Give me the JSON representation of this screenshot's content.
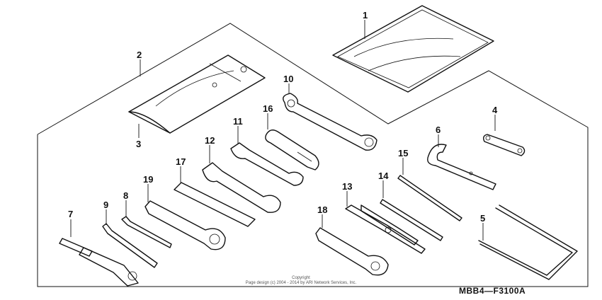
{
  "diagram": {
    "code": "MBB4—F3100A",
    "copyright": {
      "line1": "Copyright",
      "line2": "Page design (c) 2004 - 2014 by ARI Network Services, Inc."
    },
    "callouts": [
      "1",
      "2",
      "3",
      "4",
      "5",
      "6",
      "7",
      "8",
      "9",
      "10",
      "11",
      "12",
      "13",
      "14",
      "15",
      "16",
      "17",
      "18",
      "19"
    ]
  }
}
